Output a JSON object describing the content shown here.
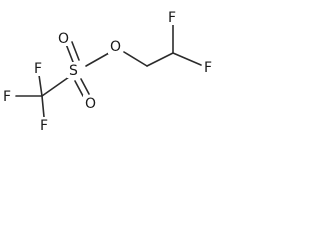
{
  "molecule": {
    "atoms": {
      "f_left": "F",
      "f_top": "F",
      "f_bottom": "F",
      "s": "S",
      "o_top": "O",
      "o_bottom": "O",
      "o_ester": "O",
      "f_right_top": "F",
      "f_right": "F"
    }
  }
}
